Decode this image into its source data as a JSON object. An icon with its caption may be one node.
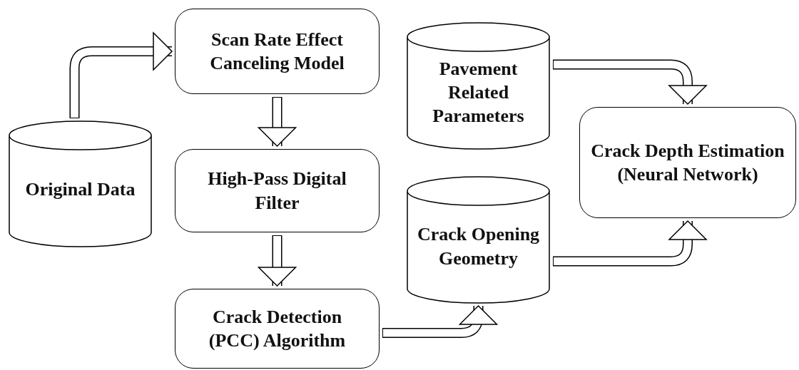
{
  "diagram": {
    "nodes": [
      {
        "text": [
          "Original Data"
        ]
      },
      {
        "text": [
          "Scan Rate Effect Canceling Model"
        ]
      },
      {
        "text": [
          "Pavement Related Parameters"
        ]
      },
      {
        "text": [
          "High-Pass Digital Filter"
        ]
      },
      {
        "text": [
          "Crack Depth Estimation (Neural Network)"
        ]
      },
      {
        "text": [
          "Crack Opening Geometry"
        ]
      },
      {
        "text": [
          "Crack Detection (PCC) Algorithm"
        ]
      }
    ],
    "edges": [
      {
        "from": 0,
        "to": 1,
        "arrow": "to"
      },
      {
        "from": 1,
        "to": 3,
        "arrow": "to"
      },
      {
        "from": 3,
        "to": 6,
        "arrow": "to"
      },
      {
        "from": 6,
        "to": 5,
        "arrow": "to"
      },
      {
        "from": 2,
        "to": 4,
        "arrow": "to"
      },
      {
        "from": 5,
        "to": 4,
        "arrow": "to"
      }
    ]
  }
}
